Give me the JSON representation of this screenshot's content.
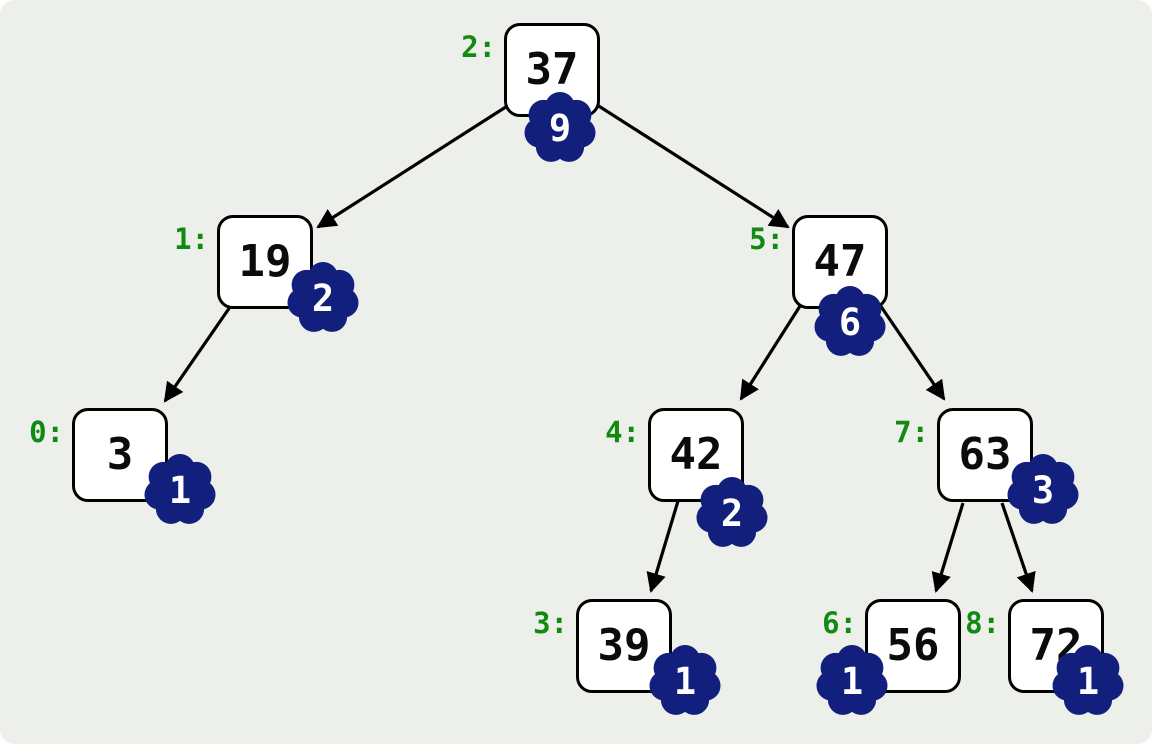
{
  "diagram": {
    "type": "binary-tree",
    "colors": {
      "background": "#edefeb",
      "node_fill": "#ffffff",
      "node_border": "#000000",
      "index_label": "#118a11",
      "badge_fill": "#121f7d",
      "badge_text": "#ffffff",
      "edge": "#000000"
    },
    "nodes": [
      {
        "index_label": "2:",
        "value": "37",
        "badge": "9"
      },
      {
        "index_label": "1:",
        "value": "19",
        "badge": "2"
      },
      {
        "index_label": "0:",
        "value": "3",
        "badge": "1"
      },
      {
        "index_label": "5:",
        "value": "47",
        "badge": "6"
      },
      {
        "index_label": "4:",
        "value": "42",
        "badge": "2"
      },
      {
        "index_label": "7:",
        "value": "63",
        "badge": "3"
      },
      {
        "index_label": "3:",
        "value": "39",
        "badge": "1"
      },
      {
        "index_label": "6:",
        "value": "56",
        "badge": "1"
      },
      {
        "index_label": "8:",
        "value": "72",
        "badge": "1"
      }
    ],
    "edges": [
      {
        "from": "37",
        "to": "19"
      },
      {
        "from": "37",
        "to": "47"
      },
      {
        "from": "19",
        "to": "3"
      },
      {
        "from": "47",
        "to": "42"
      },
      {
        "from": "47",
        "to": "63"
      },
      {
        "from": "42",
        "to": "39"
      },
      {
        "from": "63",
        "to": "56"
      },
      {
        "from": "63",
        "to": "72"
      }
    ]
  }
}
